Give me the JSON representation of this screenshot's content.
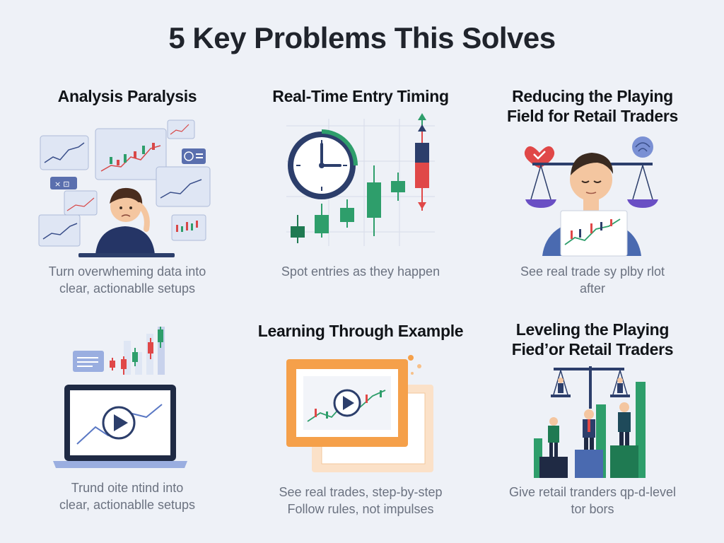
{
  "page": {
    "title": "5 Key Problems This Solves"
  },
  "cards": [
    {
      "heading": "Analysis Paralysis",
      "desc_lines": [
        "Turn overwheming data into",
        "clear, actionablle setups"
      ]
    },
    {
      "heading": "Real-Time Entry Timing",
      "desc_lines": [
        "Spot entries as they happen"
      ]
    },
    {
      "heading_lines": [
        "Reducing the Playing",
        "Field for Retail Traders"
      ],
      "desc_lines": [
        "See real trade sy plby rlot",
        "after"
      ]
    },
    {
      "heading": "",
      "desc_lines": [
        "Trund oite ntind into",
        "clear, actionablle setups"
      ]
    },
    {
      "heading": "Learning Through Example",
      "desc_lines": [
        "See real trades, step-by-step",
        "Follow rules, not impulses"
      ]
    },
    {
      "heading_lines": [
        "Leveling the Playing",
        "Fied’or Retail Traders"
      ],
      "desc_lines": [
        "Give retail tranders qp-d-level",
        "tor bors"
      ]
    }
  ],
  "colors": {
    "background": "#eef1f7",
    "navy": "#2c3e6b",
    "green": "#2e9e6b",
    "red": "#e04848",
    "orange": "#f5a04a",
    "chart_panel": "#dfe6f4"
  }
}
